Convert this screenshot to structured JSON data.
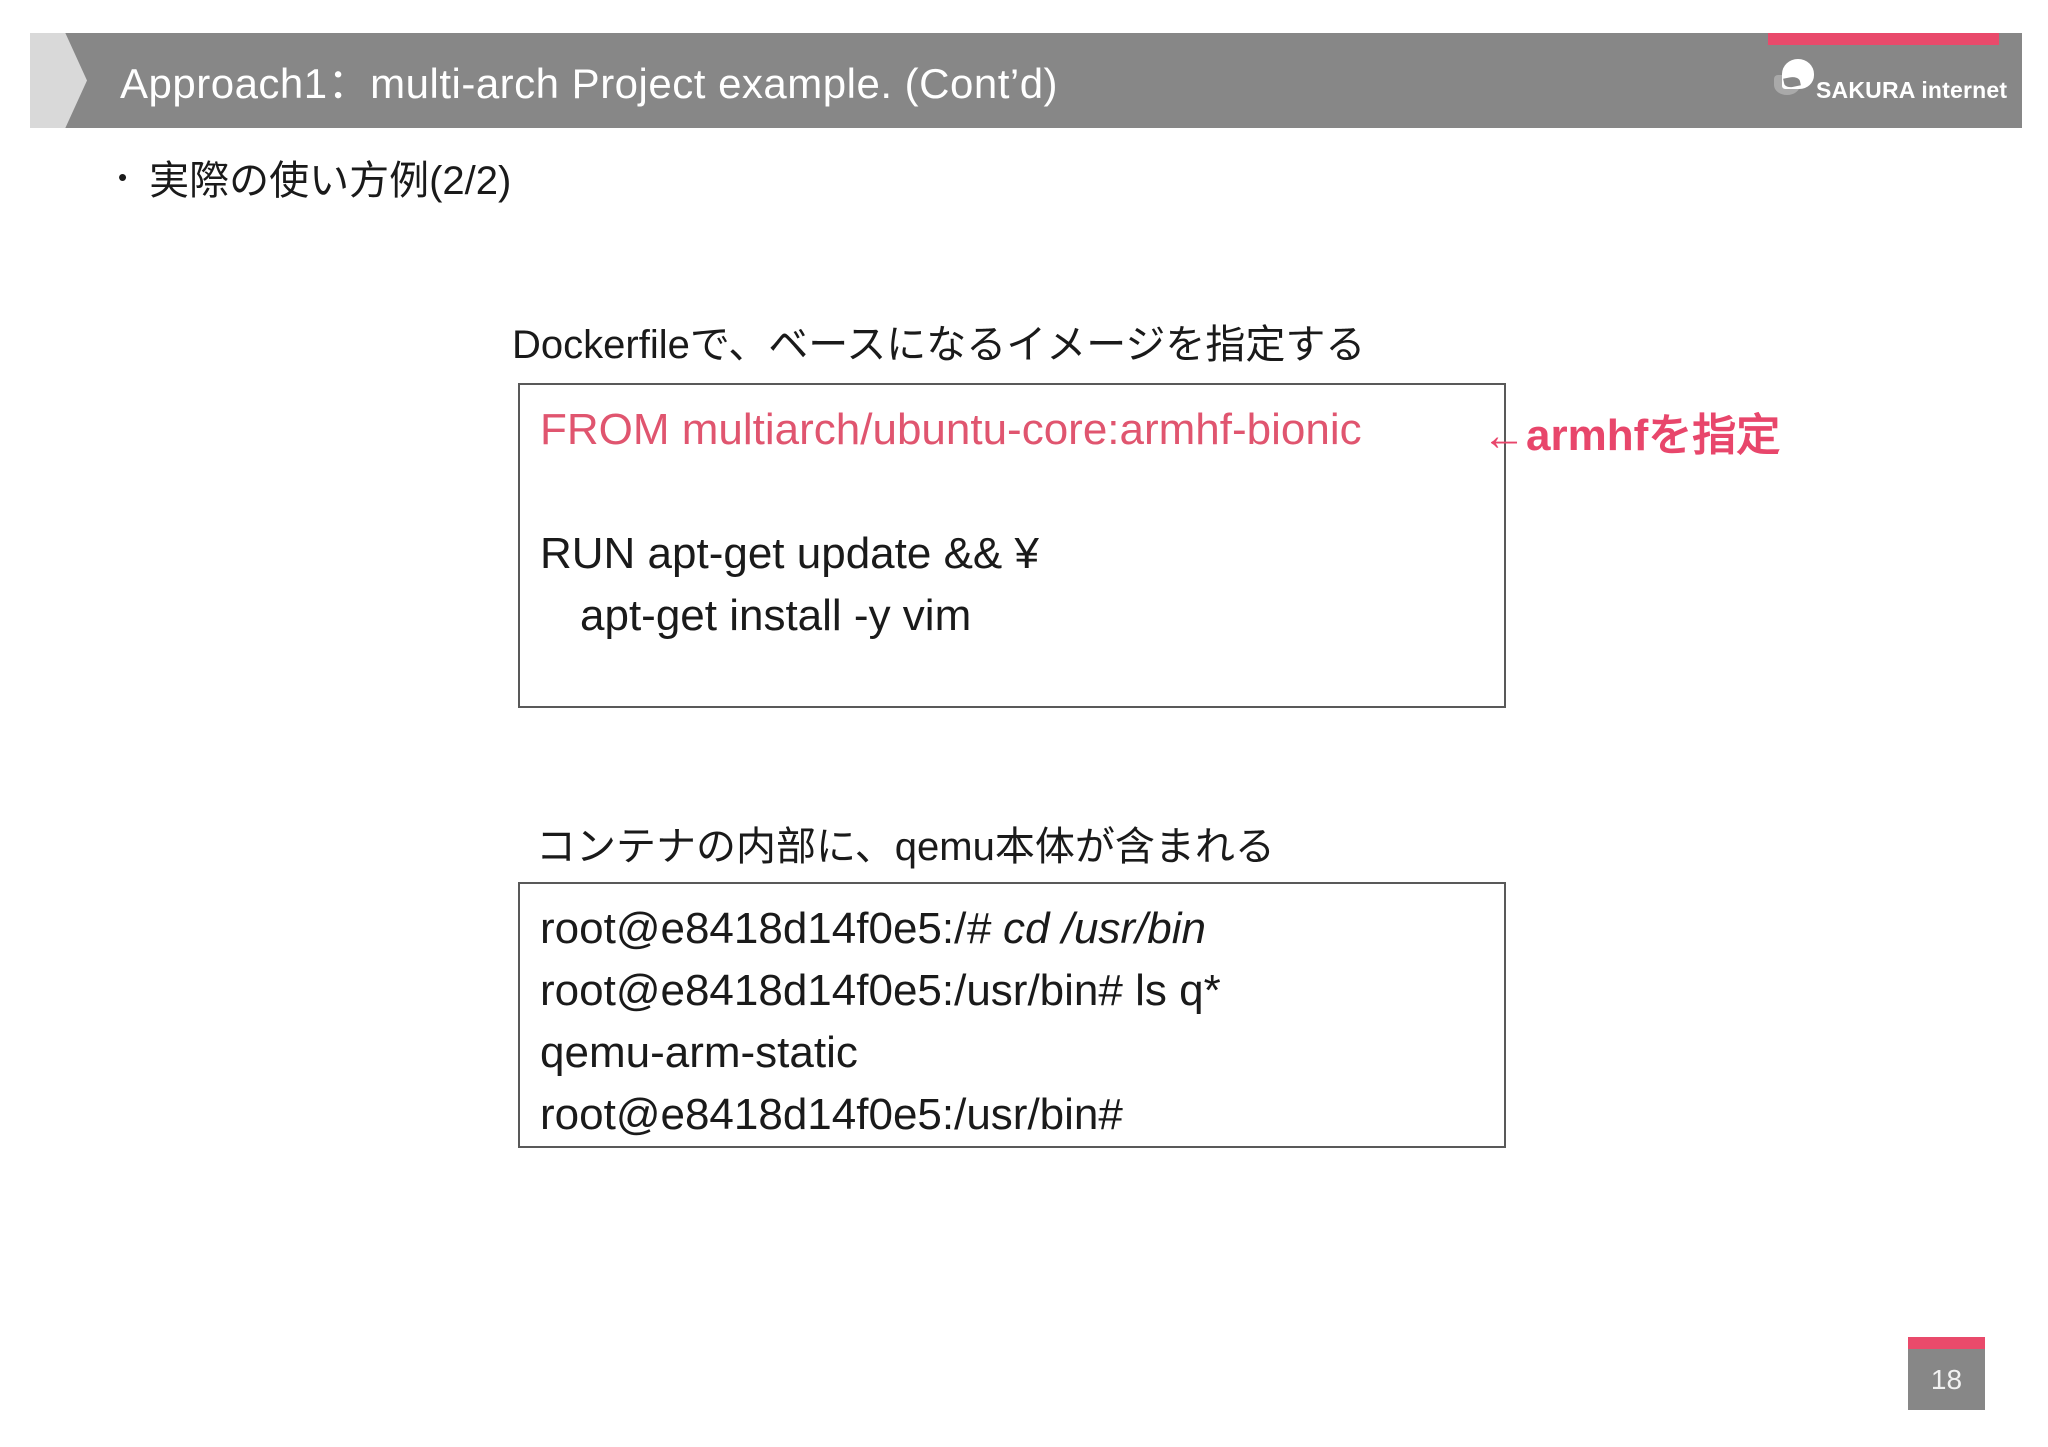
{
  "header": {
    "title": "Approach1：multi-arch Project example. (Cont’d)",
    "logo_text": "SAKURA internet"
  },
  "bullet": {
    "marker": "•",
    "text": "実際の使い方例(2/2)"
  },
  "section1": {
    "heading": "Dockerfileで、ベースになるイメージを指定する",
    "code": {
      "line1": "FROM multiarch/ubuntu-core:armhf-bionic",
      "line2": "RUN apt-get update && ¥",
      "line3": "apt-get install -y vim"
    },
    "annotation": "←armhfを指定"
  },
  "section2": {
    "heading": "コンテナの内部に、qemu本体が含まれる",
    "terminal": {
      "line1_prefix": "root@e8418d14f0e5:/",
      "line1_italic": "# cd /usr/bin",
      "line2": "root@e8418d14f0e5:/usr/bin# ls q*",
      "line3": "qemu-arm-static",
      "line4": "root@e8418d14f0e5:/usr/bin#"
    }
  },
  "footer": {
    "page_number": "18"
  },
  "colors": {
    "header_gray": "#878787",
    "accent_pink": "#e94a6b",
    "code_pink": "#e0556f",
    "annotation_pink": "#e8466b",
    "chevron_gray": "#d9d9d9",
    "box_border": "#595959"
  }
}
